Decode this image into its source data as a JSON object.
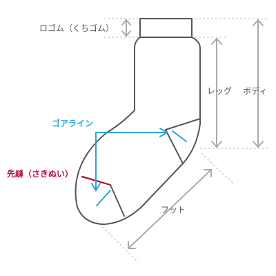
{
  "labels": {
    "rib": "ロゴム（くちゴム）",
    "leg": "レッグ",
    "body": "ボディ",
    "gore_line": "ゴアライン",
    "toe_seam": "先縫（さきぬい）",
    "foot": "フット"
  },
  "colors": {
    "outline": "#555555",
    "dimension": "#aaaaaa",
    "gore": "#2aa3d9",
    "seam": "#b5123a",
    "text": "#555555"
  }
}
